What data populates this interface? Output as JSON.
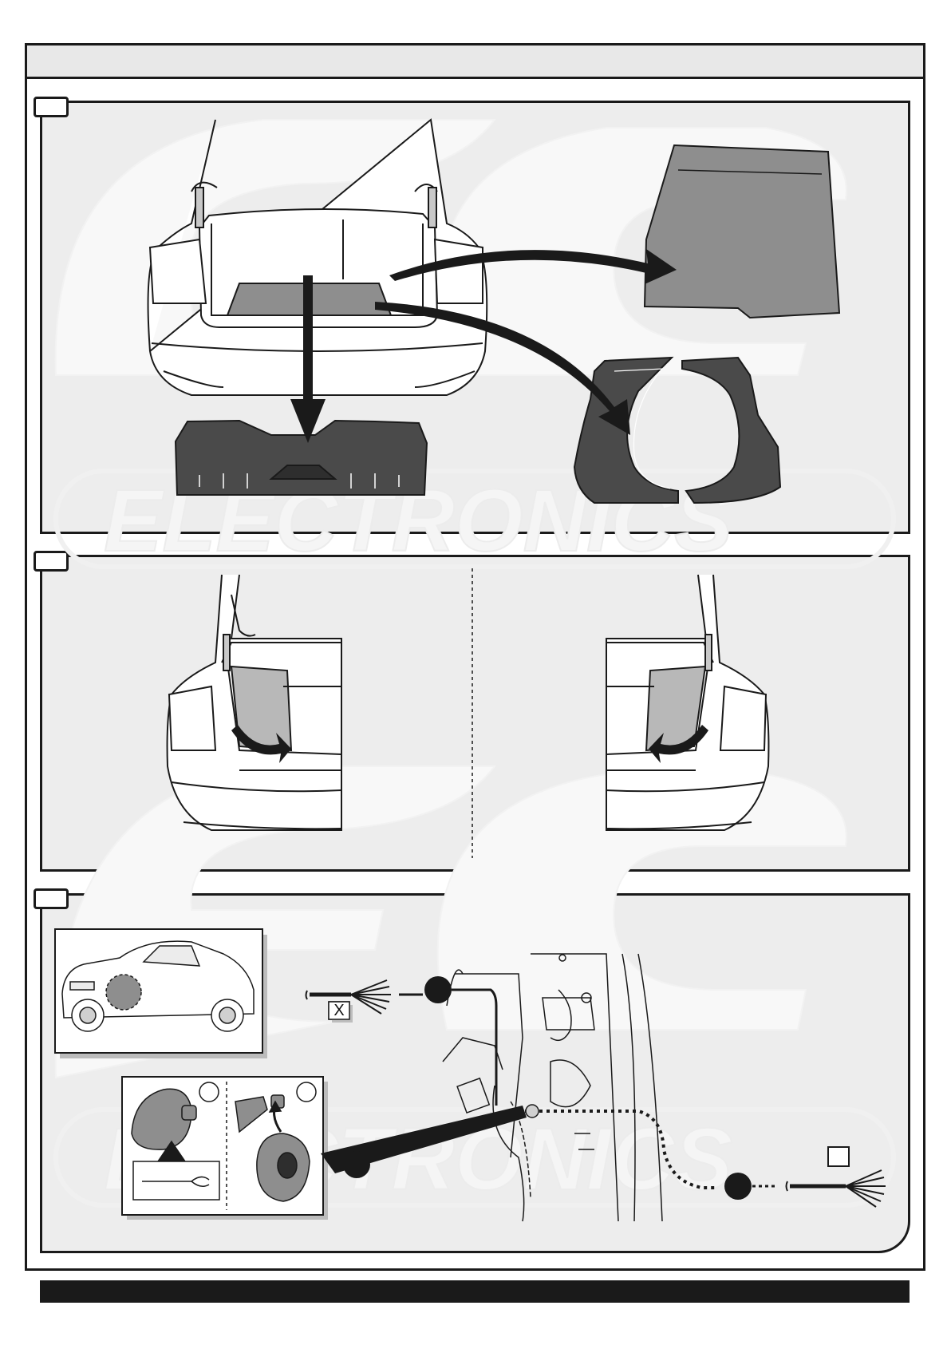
{
  "header": {
    "title": ""
  },
  "watermark": {
    "top_text": "ECS",
    "bottom_text": "ELECTRONICS"
  },
  "steps": [
    {
      "number": ""
    },
    {
      "number": ""
    },
    {
      "number": ""
    }
  ],
  "step3": {
    "connector_label": "X",
    "box_label": "",
    "option_a": "",
    "option_b": ""
  },
  "colors": {
    "line": "#1a1a1a",
    "panel_bg": "#ededed",
    "part_fill": "#4a4a4a",
    "mat_fill": "#8e8e8e",
    "watermark": "#f7f7f7"
  },
  "footer": {
    "text": ""
  }
}
